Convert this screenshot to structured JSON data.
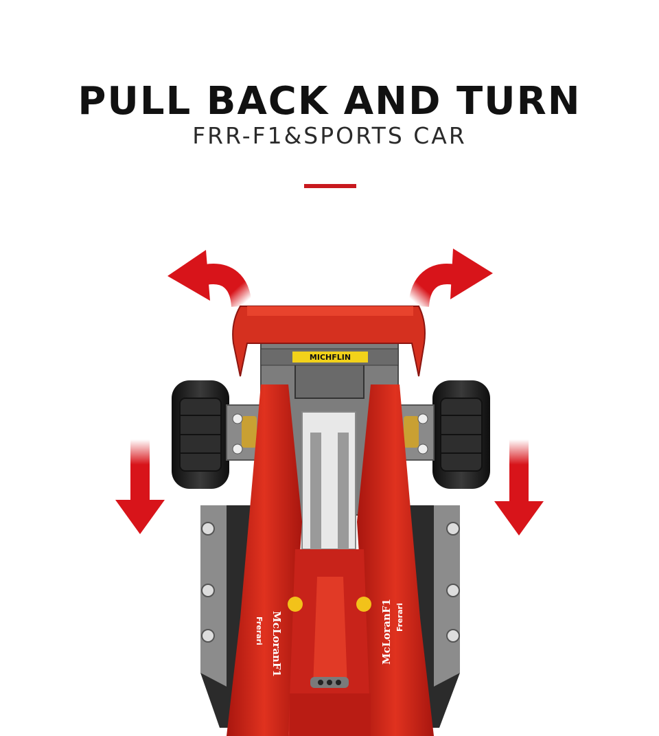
{
  "header": {
    "title": "PULL BACK AND TURN",
    "subtitle": "FRR-F1&SPORTS  CAR"
  },
  "car": {
    "front_wing_decal": "MICHFLIN",
    "side_decal_left": "McLoranF1",
    "side_decal_right": "McLoranF1",
    "brand_left": "Frerari",
    "brand_right": "Frerari"
  },
  "colors": {
    "accent": "#c8191e",
    "car_red": "#d42a1e",
    "tire": "#1c1c1c",
    "frame_gray": "#8a8a8a"
  },
  "icons": {
    "turn_left": "curved-arrow-left-icon",
    "turn_right": "curved-arrow-right-icon",
    "pull_back_left": "arrow-down-icon",
    "pull_back_right": "arrow-down-icon"
  }
}
